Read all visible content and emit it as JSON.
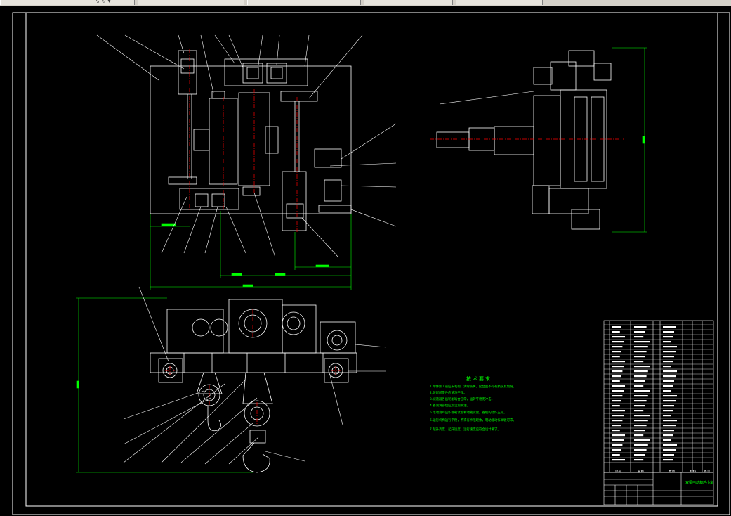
{
  "toolbar": {
    "glyphs": "↘ ↻ ▾"
  },
  "drawing": {
    "line_color": "#ffffff",
    "dimension_color": "#00ff00",
    "centerline_color": "#ff0000",
    "text_color": "#00ff00",
    "background": "#000000"
  },
  "technical_notes": {
    "title": "技术要求",
    "items": [
      "1.零件加工前应去毛刺、清除铁屑，配合面不得有损伤及划痕。",
      "2.装配前零件应清洗干净。",
      "3.减速器各齿轮副啮合正常，运转平稳无冲击。",
      "4.各润滑部位应加注润滑油。",
      "5.电动葫芦应作静载试验和动载试验，各机构动作正常。",
      "6.运行机构运行平稳，不得有卡阻现象，制动器动作灵敏可靠。",
      "7.起升高度、起升速度、运行速度应符合设计要求。"
    ]
  },
  "parts_table": {
    "header": [
      "序号",
      "名称",
      "数量",
      "材料",
      "备注"
    ]
  },
  "title_block": {
    "title": "双梁电动葫芦小车"
  }
}
